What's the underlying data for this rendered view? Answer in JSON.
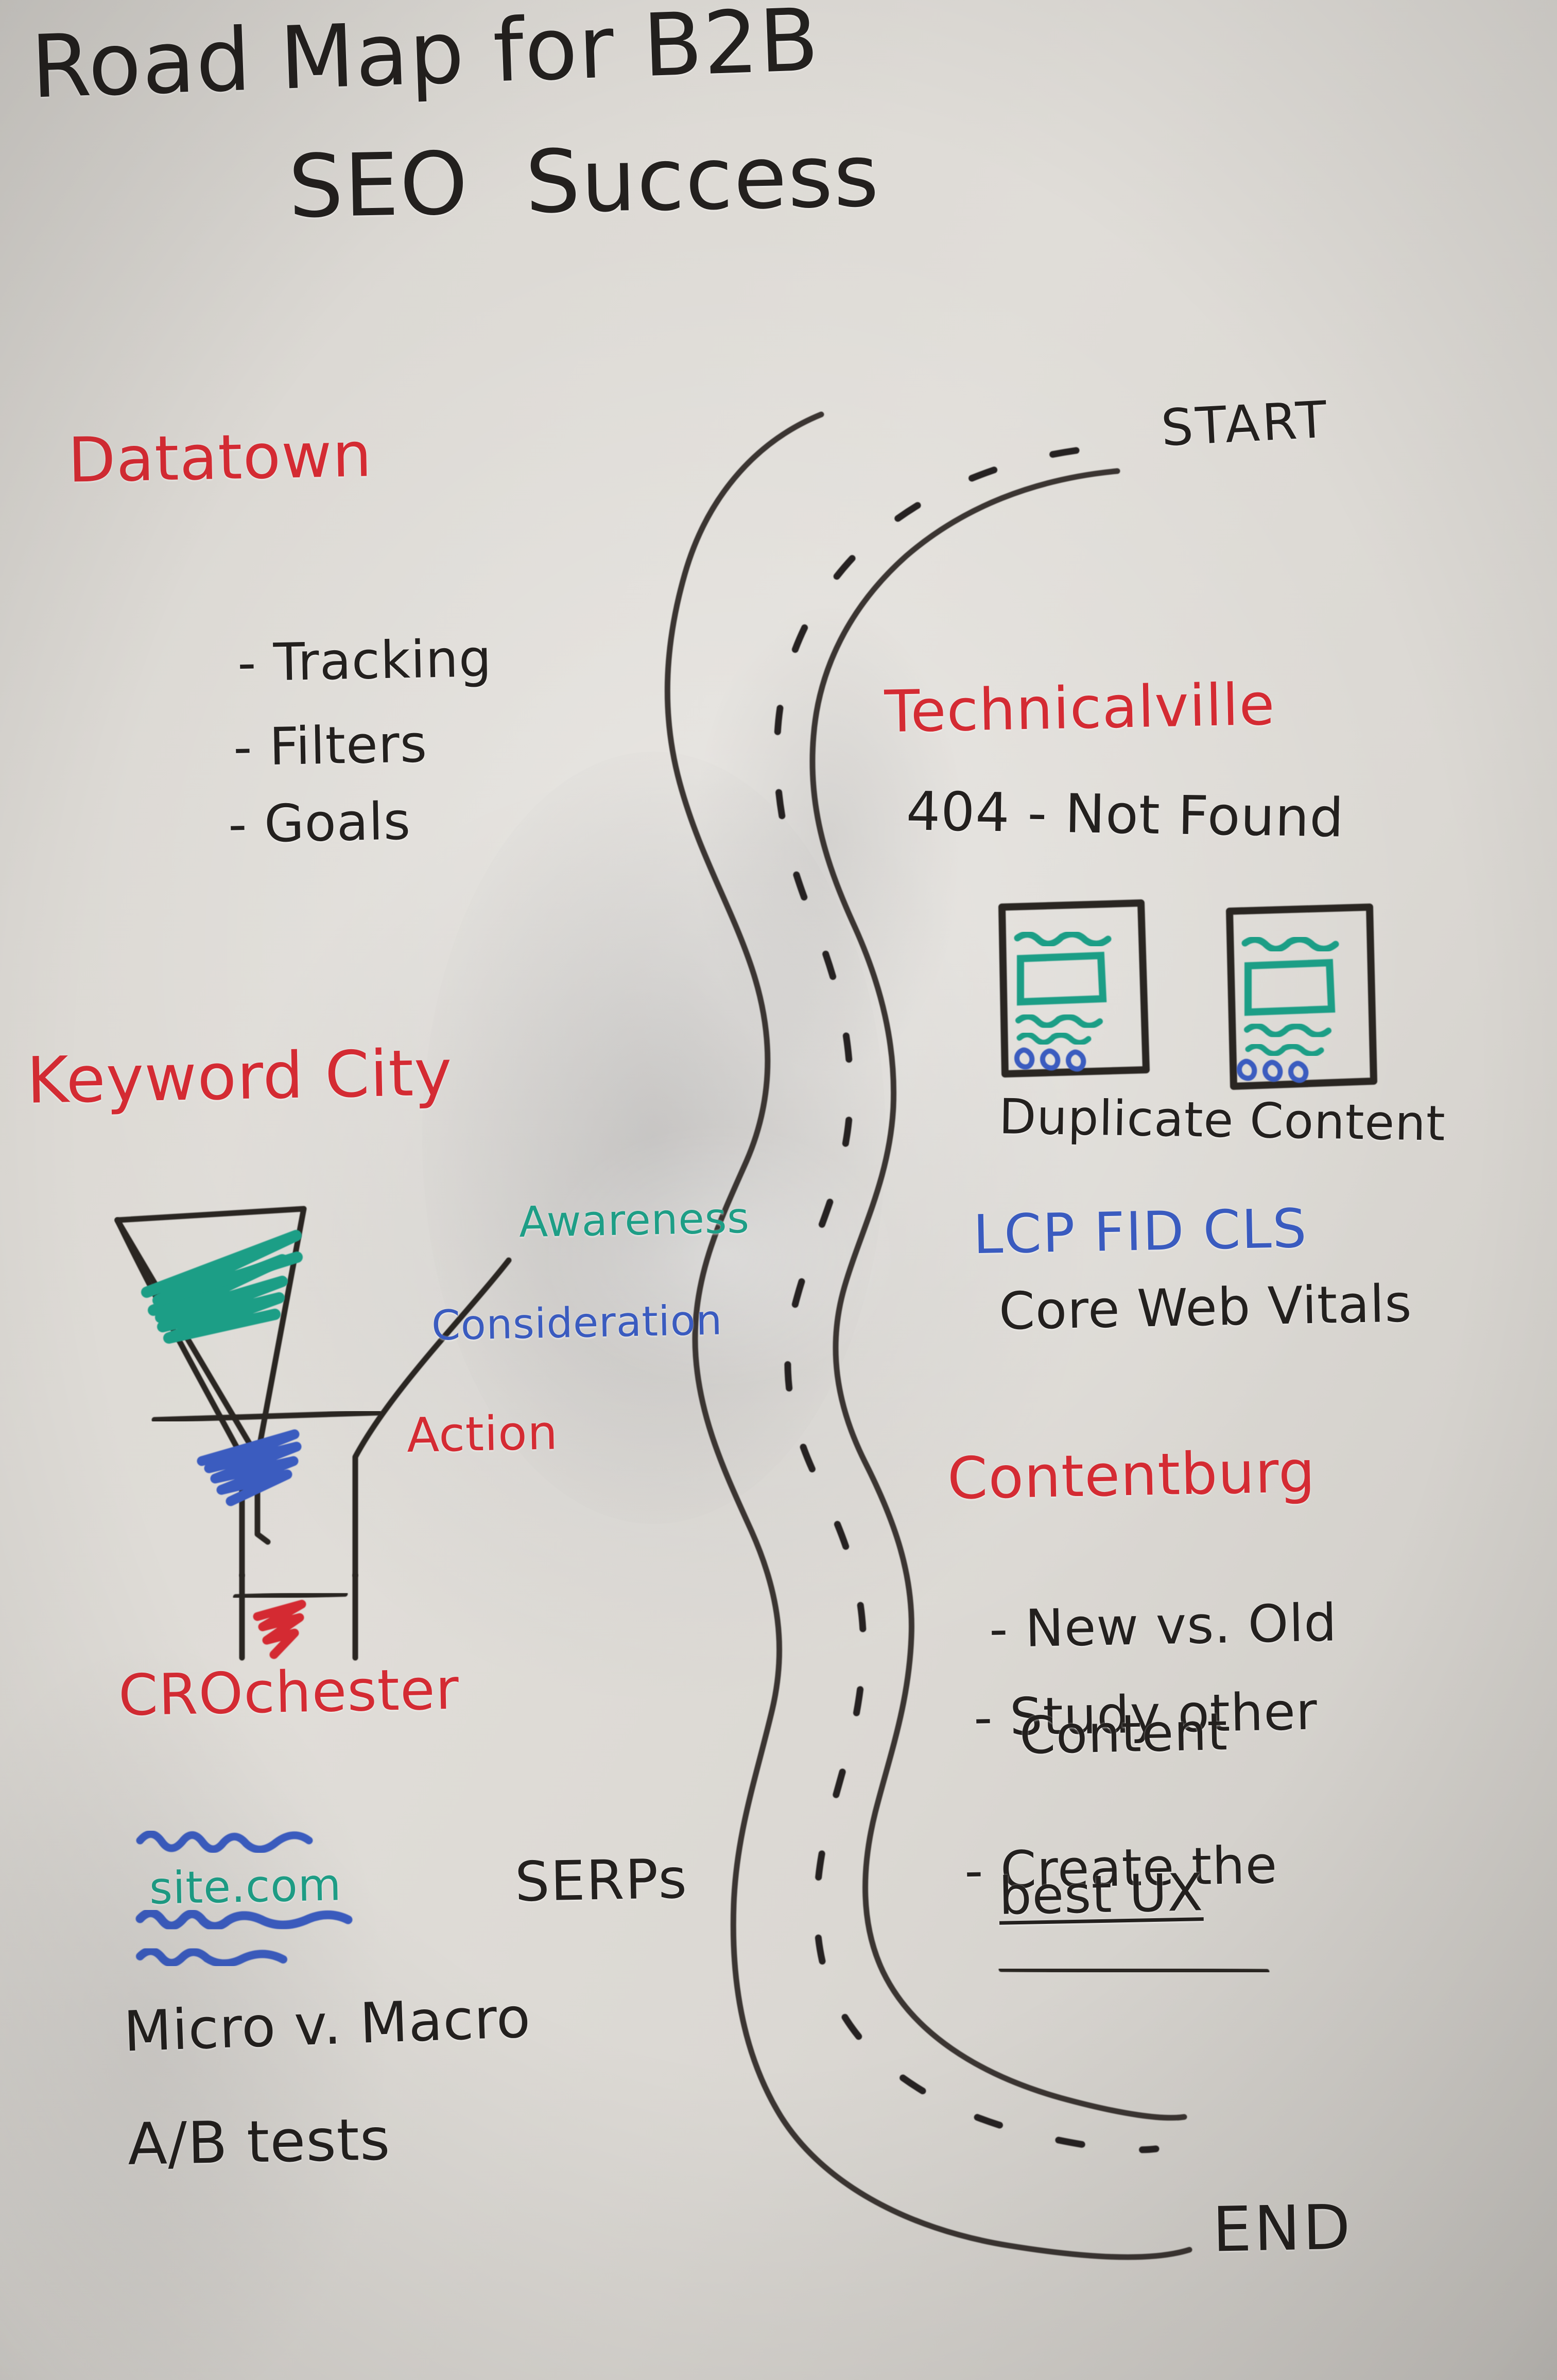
{
  "board": {
    "title_line1": "Road Map for B2B",
    "title_line2": "SEO  Success",
    "surface_color": "#dcd9d4",
    "ink_black": "#23201e",
    "ink_red": "#d42b33",
    "ink_blue": "#3a5bbf",
    "ink_teal": "#1e9e86"
  },
  "road": {
    "start_label": "START",
    "end_label": "END"
  },
  "stops": [
    {
      "id": "datatown",
      "heading": "Datatown",
      "heading_color": "#d42b33",
      "bullets": [
        {
          "marker": "-",
          "text": "Tracking"
        },
        {
          "marker": "-",
          "text": "Filters"
        },
        {
          "marker": "-",
          "text": "Goals"
        }
      ]
    },
    {
      "id": "technicalville",
      "heading": "Technicalville",
      "heading_color": "#d42b33",
      "lines": [
        {
          "text": "404 - Not Found",
          "color": "#23201e"
        },
        {
          "text": "Duplicate Content",
          "color": "#23201e"
        },
        {
          "text": "LCP FID CLS",
          "color": "#3a5bbf"
        },
        {
          "text": "Core Web Vitals",
          "color": "#23201e"
        }
      ],
      "page_mockups": {
        "count": 2,
        "body_color": "#1e9e86",
        "dots_color": "#3a5bbf",
        "dots_per_page": 3,
        "caption": "Duplicate Content"
      }
    },
    {
      "id": "keyword-city",
      "heading": "Keyword City",
      "heading_color": "#d42b33",
      "funnel_stages": [
        {
          "label": "Awareness",
          "color": "#1e9e86"
        },
        {
          "label": "Consideration",
          "color": "#3a5bbf"
        },
        {
          "label": "Action",
          "color": "#d42b33"
        }
      ]
    },
    {
      "id": "contentburg",
      "heading": "Contentburg",
      "heading_color": "#d42b33",
      "bullets": [
        {
          "marker": "-",
          "text": "New vs. Old"
        },
        {
          "marker": "-",
          "text": "Study other"
        },
        {
          "marker": "",
          "text": "Content"
        },
        {
          "marker": "-",
          "text": "Create the"
        },
        {
          "marker": "",
          "text": "best UX",
          "underline": true
        }
      ]
    },
    {
      "id": "crochester",
      "heading": "CROchester",
      "heading_color": "#d42b33",
      "serp_mockup": {
        "url_text": "site.com",
        "url_color": "#1e9e86",
        "squiggle_color": "#3a5bbf",
        "squiggle_rows": 3
      },
      "serps_label": "SERPs",
      "lines": [
        {
          "text": "Micro v. Macro",
          "color": "#23201e"
        },
        {
          "text": "A/B tests",
          "color": "#23201e"
        }
      ]
    }
  ],
  "chart_data": {
    "type": "diagram",
    "title": "Road Map for B2B SEO Success",
    "diagram_kind": "journey-roadmap",
    "path": "winding road from START (top right) to END (bottom right)",
    "waypoints": [
      {
        "order": 1,
        "name": "Datatown",
        "side": "left",
        "items": [
          "Tracking",
          "Filters",
          "Goals"
        ]
      },
      {
        "order": 2,
        "name": "Technicalville",
        "side": "right",
        "items": [
          "404 - Not Found",
          "Duplicate Content",
          "LCP FID CLS",
          "Core Web Vitals"
        ]
      },
      {
        "order": 3,
        "name": "Keyword City",
        "side": "left",
        "items": [
          "Awareness",
          "Consideration",
          "Action"
        ]
      },
      {
        "order": 4,
        "name": "Contentburg",
        "side": "right",
        "items": [
          "New vs. Old",
          "Study other Content",
          "Create the best UX"
        ]
      },
      {
        "order": 5,
        "name": "CROchester",
        "side": "left",
        "items": [
          "site.com",
          "SERPs",
          "Micro v. Macro",
          "A/B tests"
        ]
      }
    ]
  }
}
